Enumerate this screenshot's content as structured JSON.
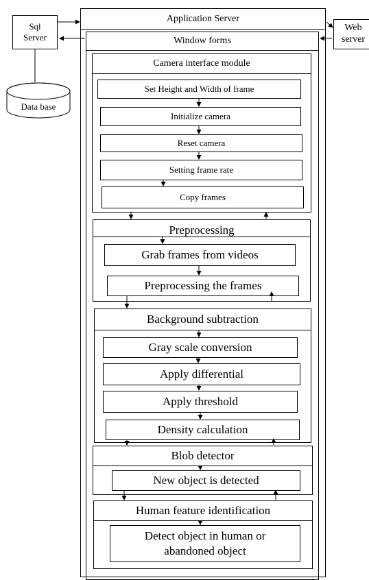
{
  "app_server": "Application Server",
  "window_forms": "Window forms",
  "sql_server": "Sql Server",
  "web_server": "Web server",
  "database": "Data base",
  "camera": {
    "title": "Camera interface module",
    "steps": [
      "Set Height and Width of frame",
      "Initialize camera",
      "Reset camera",
      "Setting frame rate",
      "Copy frames"
    ]
  },
  "preprocessing": {
    "title": "Preprocessing",
    "steps": [
      "Grab frames from videos",
      "Preprocessing the frames"
    ]
  },
  "background": {
    "title": "Background subtraction",
    "steps": [
      "Gray scale conversion",
      "Apply differential",
      "Apply threshold",
      "Density calculation"
    ]
  },
  "blob": {
    "title": "Blob detector",
    "steps": [
      "New object is detected"
    ]
  },
  "human": {
    "title": "Human feature identification",
    "steps": [
      "Detect object in human or abandoned object"
    ]
  }
}
